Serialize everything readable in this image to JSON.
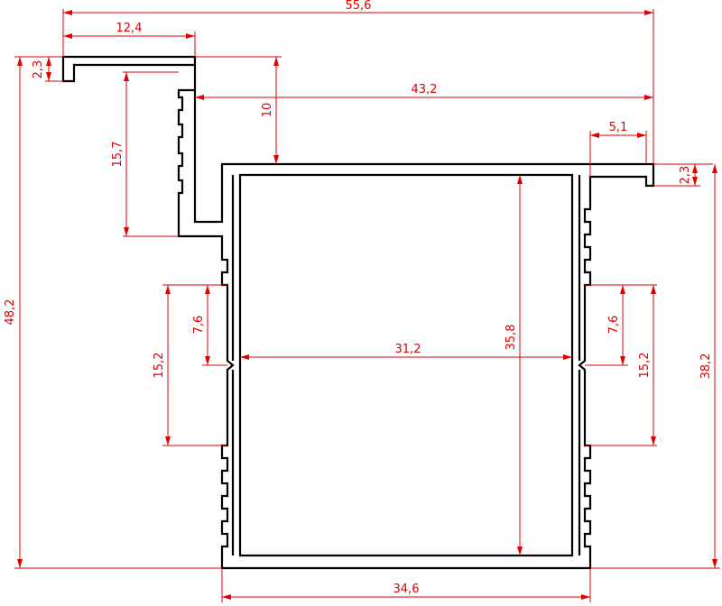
{
  "colors": {
    "profile": "#000000",
    "dimension": "#e00000",
    "background": "#ffffff"
  },
  "dimensions": {
    "overall_width": "55,6",
    "lip_width": "12,4",
    "lip_thickness": "2,3",
    "flange_to_right": "43,2",
    "step_height": "10",
    "right_lip_width": "5,1",
    "right_lip_thickness": "2,3",
    "groove_zone_upper": "15,7",
    "total_height": "48,2",
    "left_slot_inner": "7,6",
    "left_slot_outer": "15,2",
    "inner_width": "31,2",
    "inner_height": "35,8",
    "right_slot_inner": "7,6",
    "right_slot_outer": "15,2",
    "box_height": "38,2",
    "box_width": "34,6"
  }
}
